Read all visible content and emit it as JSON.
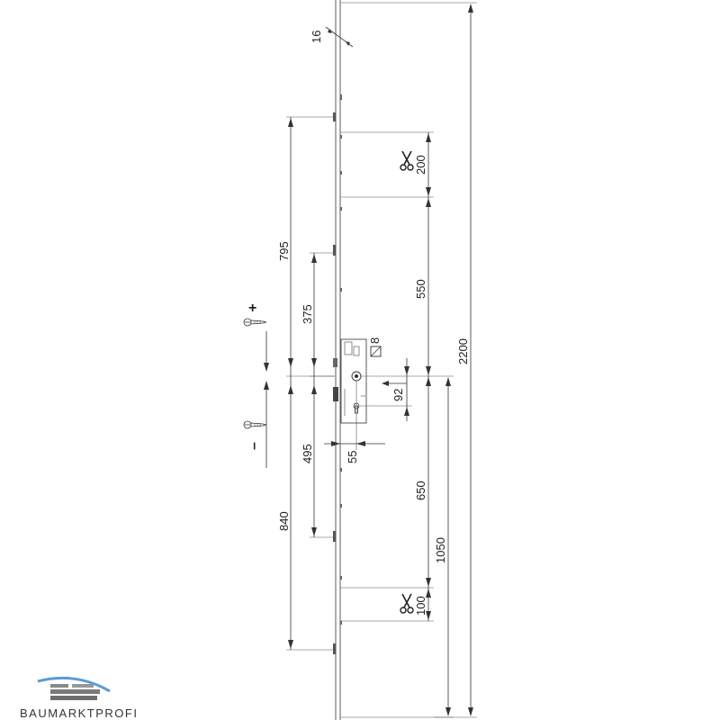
{
  "diagram": {
    "dimensions": {
      "d16": "16",
      "d200": "200",
      "d795": "795",
      "d550": "550",
      "d375": "375",
      "d8": "8",
      "d2200": "2200",
      "d92": "92",
      "d495": "495",
      "d55": "55",
      "d650": "650",
      "d840": "840",
      "d1050": "1050",
      "d100": "100"
    },
    "signs": {
      "plus": "+",
      "minus": "–"
    },
    "icons": [
      "scissors-icon",
      "screw-icon",
      "square-spindle-icon"
    ],
    "colors": {
      "line": "#333333",
      "logo_blue": "#5b9bd5",
      "logo_gray": "#7a7a7a"
    }
  },
  "logo": {
    "text": "BAUMARKTPROFI"
  }
}
